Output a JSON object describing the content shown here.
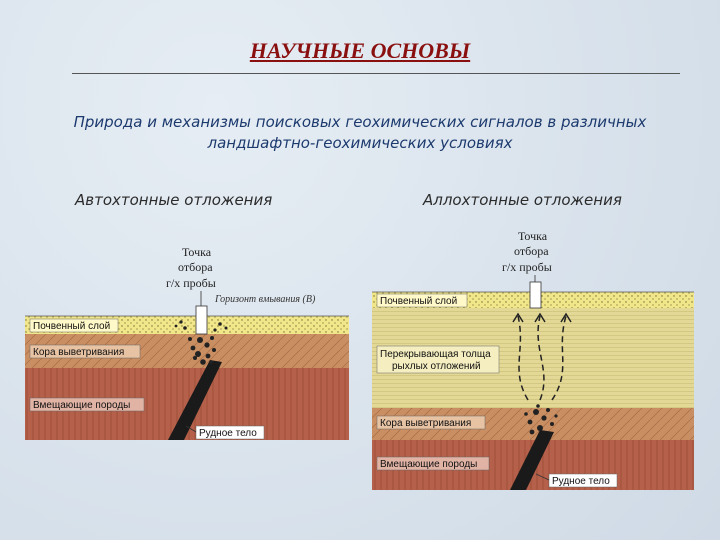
{
  "title": "НАУЧНЫЕ ОСНОВЫ",
  "subtitle_line1": "Природа и механизмы поисковых геохимических сигналов в различных",
  "subtitle_line2": "ландшафтно-геохимических условиях",
  "left_heading": "Автохтонные отложения",
  "right_heading": "Аллохтонные отложения",
  "left_diagram": {
    "sample_point_line1": "Точка",
    "sample_point_line2": "отбора",
    "sample_point_line3": "г/х пробы",
    "horizon_label": "Горизонт вмывания (B)",
    "soil_layer": "Почвенный слой",
    "weathering_crust": "Кора выветривания",
    "host_rocks": "Вмещающие породы",
    "ore_body": "Рудное тело"
  },
  "right_diagram": {
    "sample_point_line1": "Точка",
    "sample_point_line2": "отбора",
    "sample_point_line3": "г/х пробы",
    "soil_layer": "Почвенный слой",
    "overburden_line1": "Перекрывающая толща",
    "overburden_line2": "рыхлых отложений",
    "weathering_crust": "Кора выветривания",
    "host_rocks": "Вмещающие породы",
    "ore_body": "Рудное тело"
  },
  "colors": {
    "title": "#8a1010",
    "subtitle": "#1c3a6e",
    "soil": "#f2e68a",
    "overburden": "#e3d896",
    "weathering": "#c98e62",
    "host_rock": "#b5604a",
    "ore": "#1a1a1a"
  }
}
